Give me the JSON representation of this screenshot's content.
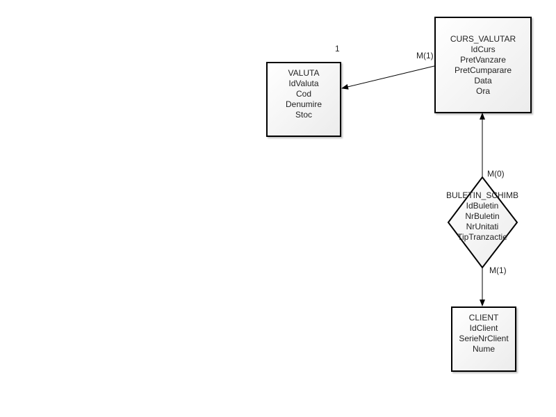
{
  "diagram": {
    "entities": {
      "valuta": {
        "name": "VALUTA",
        "attributes": [
          "IdValuta",
          "Cod",
          "Denumire",
          "Stoc"
        ]
      },
      "curs_valutar": {
        "name": "CURS_VALUTAR",
        "attributes": [
          "IdCurs",
          "PretVanzare",
          "PretCumparare",
          "Data",
          "Ora"
        ]
      },
      "client": {
        "name": "CLIENT",
        "attributes": [
          "IdClient",
          "SerieNrClient",
          "Nume"
        ]
      }
    },
    "relationship": {
      "name": "BULETIN_SCHIMB",
      "attributes": [
        "IdBuletin",
        "NrBuletin",
        "NrUnitati",
        "TipTranzactie"
      ]
    },
    "cardinalities": {
      "valuta_side": "1",
      "curs_to_valuta": "M(1)",
      "curs_to_buletin": "M(0)",
      "buletin_to_client": "M(1)"
    }
  }
}
